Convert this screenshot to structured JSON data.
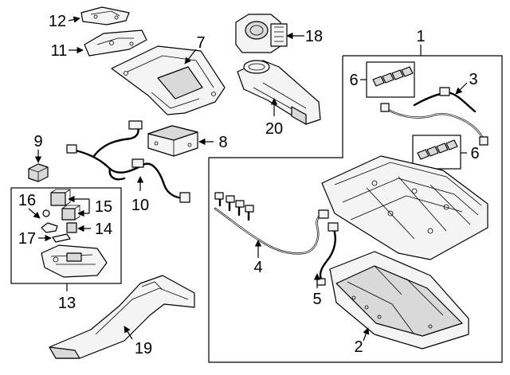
{
  "callouts": {
    "c1": "1",
    "c2": "2",
    "c3": "3",
    "c4": "4",
    "c5": "5",
    "c6a": "6",
    "c6b": "6",
    "c7": "7",
    "c8": "8",
    "c9": "9",
    "c10": "10",
    "c11": "11",
    "c12": "12",
    "c13": "13",
    "c14": "14",
    "c15": "15",
    "c16": "16",
    "c17": "17",
    "c18": "18",
    "c19": "19",
    "c20": "20"
  },
  "colors": {
    "line": "#000000",
    "fill": "#f4f4f4",
    "shade": "#d9d9d9",
    "background": "#ffffff"
  }
}
